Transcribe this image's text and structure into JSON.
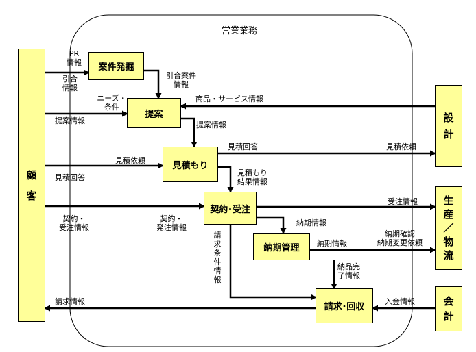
{
  "title": "営業業務",
  "boxes": {
    "customer": "顧\n客",
    "design": "設\n計",
    "production": "生\n産\n／\n物\n流",
    "accounting": "会\n計",
    "case_discovery": "案件発掘",
    "proposal": "提案",
    "estimate": "見積もり",
    "contract": "契約･受注",
    "delivery_mgmt": "納期管理",
    "billing": "請求･回収"
  },
  "labels": {
    "pr_info": "PR\n情報",
    "referral_info": "引合\n情報",
    "referral_case_info": "引合案件\n情報",
    "needs": "ニーズ・\n条件",
    "product_service_info": "商品・サービス情報",
    "proposal_info_left": "提案情報",
    "proposal_info_down": "提案情報",
    "estimate_reply_design": "見積回答",
    "estimate_request_design": "見積依頼",
    "estimate_request_customer": "見積依頼",
    "estimate_reply_customer": "見積回答",
    "estimate_result": "見積もり\n結果情報",
    "contract_order_info": "契約・\n受注情報",
    "contract_placement_info": "契約・\n発注情報",
    "order_info": "受注情報",
    "delivery_info_down": "納期情報",
    "delivery_info_prod": "納期情報",
    "delivery_confirm": "納期確認\n納期変更依頼",
    "billing_terms": "請求条件情報",
    "delivery_done": "納品完\n了情報",
    "billing_info": "請求情報",
    "payment_info": "入金情報"
  }
}
